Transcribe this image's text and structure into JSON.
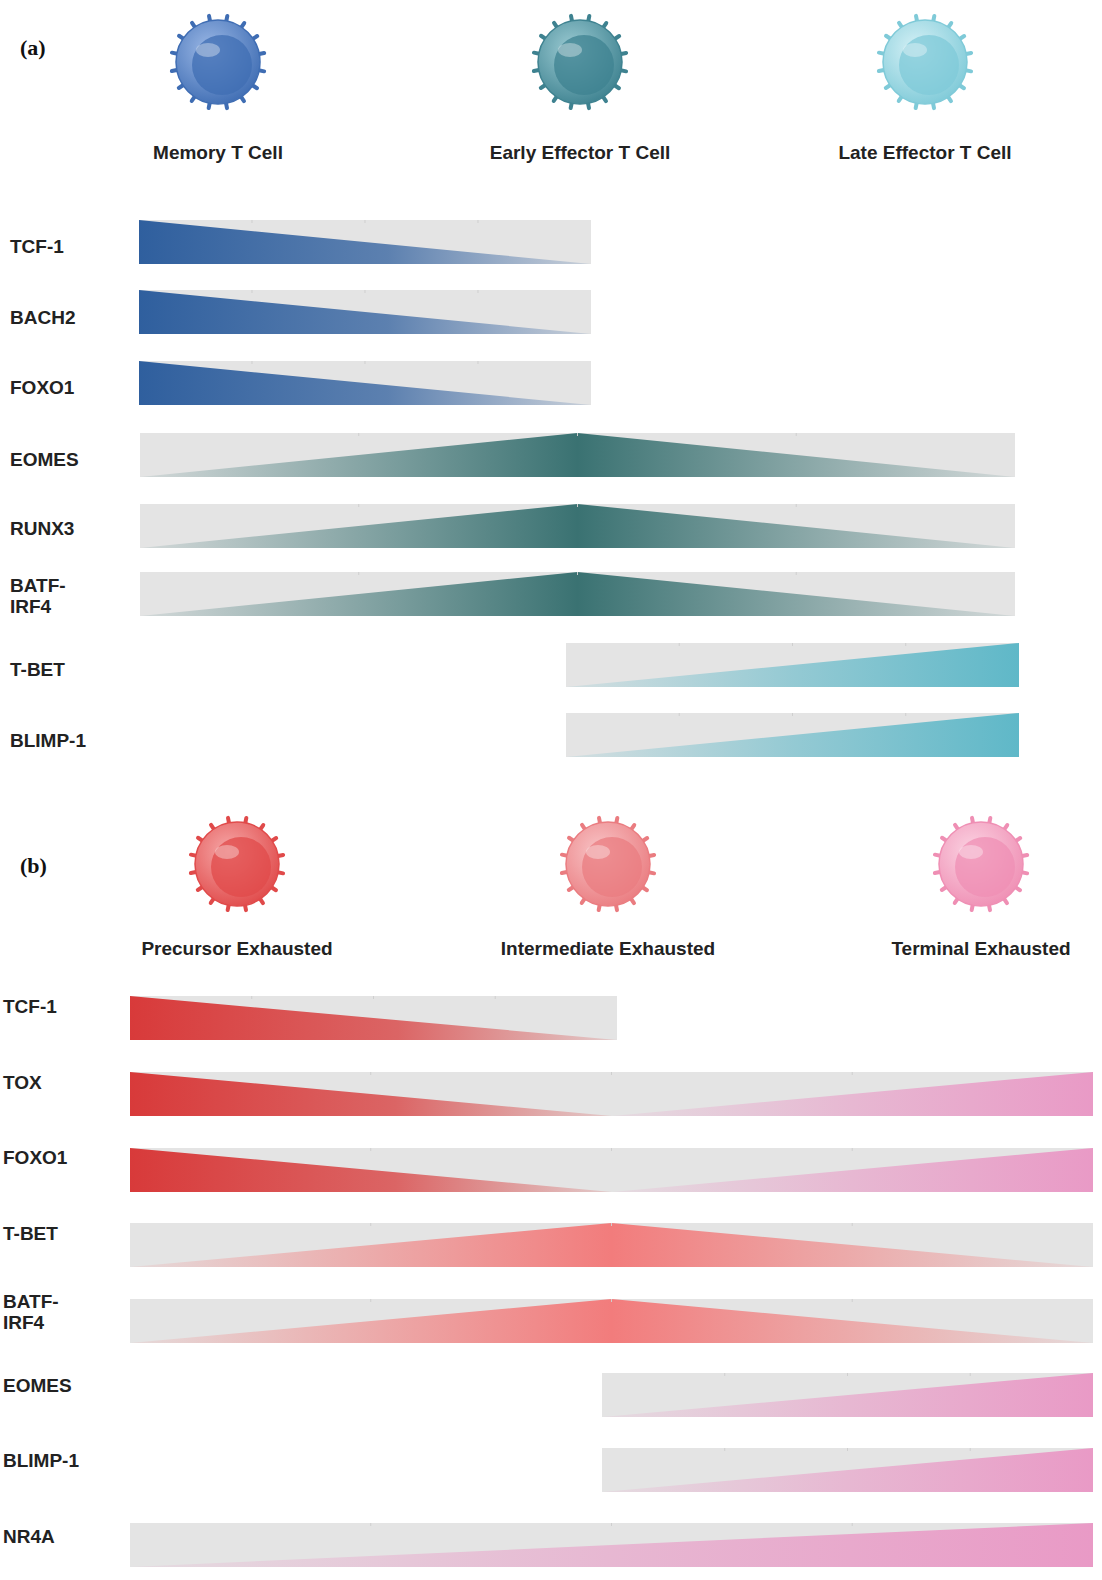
{
  "diagram": {
    "nodes": [
      {
        "text": [
          "Memory T Cell"
        ]
      },
      {
        "text": [
          "Early Effector T Cell"
        ]
      },
      {
        "text": [
          "Late Effector T Cell"
        ]
      },
      {
        "text": [
          "Precursor Exhausted"
        ]
      },
      {
        "text": [
          "Intermediate Exhausted"
        ]
      },
      {
        "text": [
          "Terminal Exhausted"
        ]
      }
    ],
    "labels": [
      "(a)",
      "TCF-1",
      "BACH2",
      "FOXO1",
      "EOMES",
      "RUNX3",
      "BATF- IRF4",
      "T-BET",
      "BLIMP-1",
      "(b)",
      "TCF-1",
      "TOX",
      "FOXO1",
      "T-BET",
      "BATF- IRF4",
      "EOMES",
      "BLIMP-1",
      "NR4A"
    ]
  }
}
